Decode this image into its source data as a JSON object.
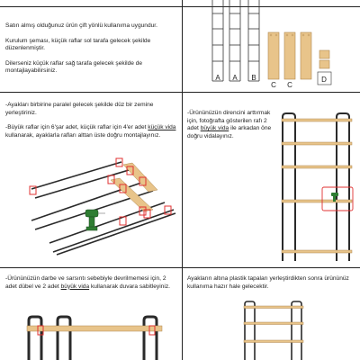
{
  "step1": {
    "p1": "Satın almış olduğunuz ürün çift yönlü kullanıma uygundur.",
    "p2": "Kurulum şeması, küçük raflar sol tarafa gelecek şekilde düzenlenmiştir.",
    "p3": "Dilerseniz küçük raflar sağ tarafa gelecek şekilde de montajlayabilirsiniz."
  },
  "parts": {
    "labels": [
      "A",
      "A",
      "B",
      "C",
      "C",
      "D"
    ]
  },
  "step2": {
    "p1": "-Ayakları birbirine paralel gelecek şekilde düz bir zemine yerleştiriniz.",
    "p2_pre": "-Büyük raflar için 6'şar adet, küçük raflar için 4'er adet",
    "p2_link": "küçük vida",
    "p2_post": "kullanarak, ayaklarla rafları alttan üste doğru montajlayınız."
  },
  "step3": {
    "pre": "-Ürününüzün direncini arttırmak için, fotoğrafta gösterilen rafı 2 adet",
    "link": "büyük vida",
    "post": "ile arkadan öne doğru vidalayınız."
  },
  "step4": {
    "pre": "-Ürününüzün darbe ve sarsıntı sebebiyle devrilmemesi için, 2 adet dübel ve 2 adet",
    "link": "büyük vida",
    "post": "kullanarak duvara sabitleyiniz."
  },
  "step5": {
    "text": "Ayakların altına plastik tapaları yerleştirdikten sonra ürününüz kullanıma hazır hale gelecektir."
  },
  "colors": {
    "wood": "#e8c48a",
    "frame": "#2a2a2a",
    "highlight": "#e03030",
    "drill": "#2e7d32"
  }
}
